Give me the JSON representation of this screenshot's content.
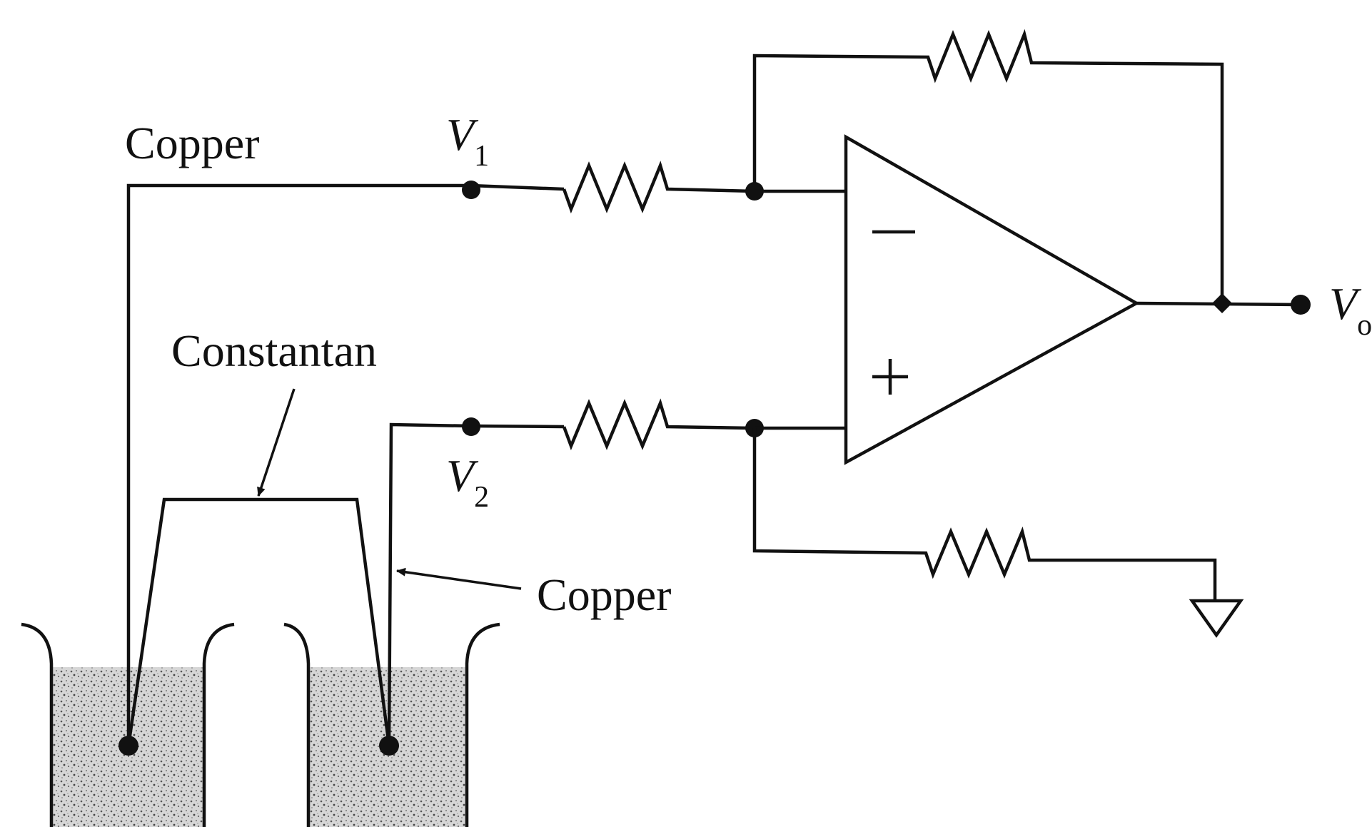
{
  "labels": {
    "copper_top": "Copper",
    "v1_letter": "V",
    "v1_sub": "1",
    "v2_letter": "V",
    "v2_sub": "2",
    "vo_letter": "V",
    "vo_sub": "o",
    "constantan": "Constantan",
    "copper_right": "Copper",
    "opamp_minus": "−",
    "opamp_plus": "+"
  },
  "colors": {
    "ink": "#111111",
    "background": "#ffffff",
    "bath_fill": "#c9c9c9"
  }
}
